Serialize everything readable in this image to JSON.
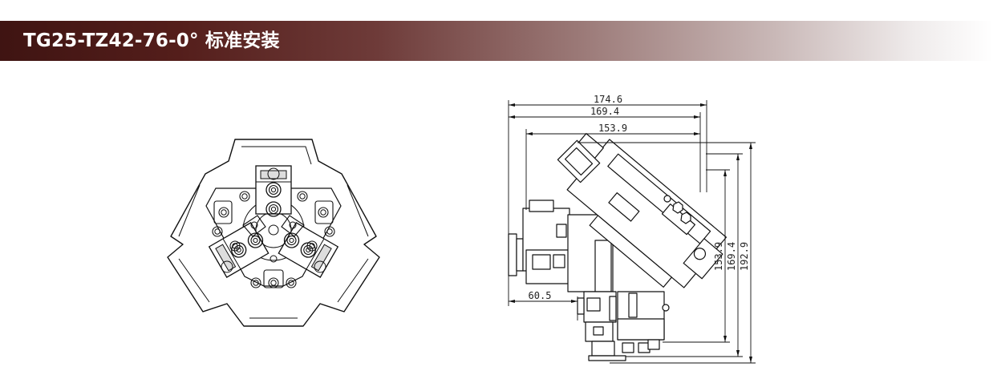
{
  "title": "TG25-TZ42-76-0° 标准安装",
  "colors": {
    "title_bar_dark": "#3f1412",
    "title_bar_light": "#ffffff",
    "line": "#111111"
  },
  "dimensions": {
    "width_1": "174.6",
    "width_2": "169.4",
    "width_3": "153.9",
    "offset": "60.5",
    "height_1": "153.9",
    "height_2": "169.4",
    "height_3": "192.9"
  }
}
